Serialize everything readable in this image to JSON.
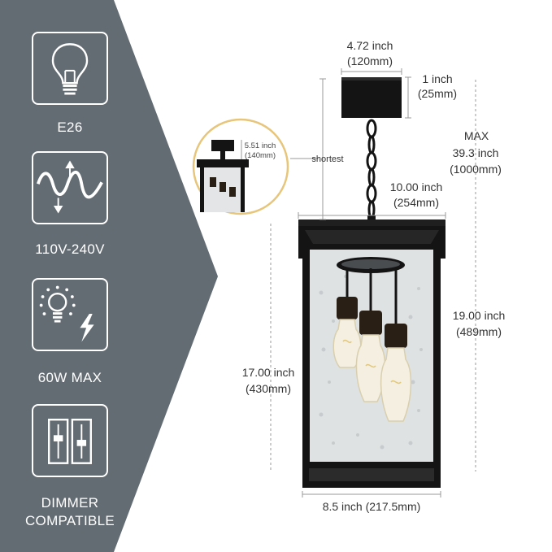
{
  "colors": {
    "sidebar": "#646c73",
    "sidebar_arrow": "#646c73",
    "inset_ring": "#e7c57a",
    "lamp_black": "#141414",
    "glass": "#dfe2e3"
  },
  "features": [
    {
      "icon": "light-bulb-icon",
      "label": "E26"
    },
    {
      "icon": "voltage-wave-icon",
      "label": "110V-240V"
    },
    {
      "icon": "bright-bulb-icon",
      "label": "60W MAX"
    },
    {
      "icon": "dimmer-switch-icon",
      "label_line1": "DIMMER",
      "label_line2": "COMPATIBLE"
    }
  ],
  "dimensions": {
    "canopy_width": "4.72 inch",
    "canopy_width_mm": "(120mm)",
    "canopy_height": "1 inch",
    "canopy_height_mm": "(25mm)",
    "max_label": "MAX",
    "max_length": "39.3 inch",
    "max_length_mm": "(1000mm)",
    "top_width": "10.00 inch",
    "top_width_mm": "(254mm)",
    "total_height": "19.00 inch",
    "total_height_mm": "(489mm)",
    "body_height": "17.00 inch",
    "body_height_mm": "(430mm)",
    "base_width": "8.5 inch (217.5mm)",
    "shortest_label": "shortest",
    "shortest_length": "5.51 inch",
    "shortest_length_mm": "(140mm)"
  }
}
